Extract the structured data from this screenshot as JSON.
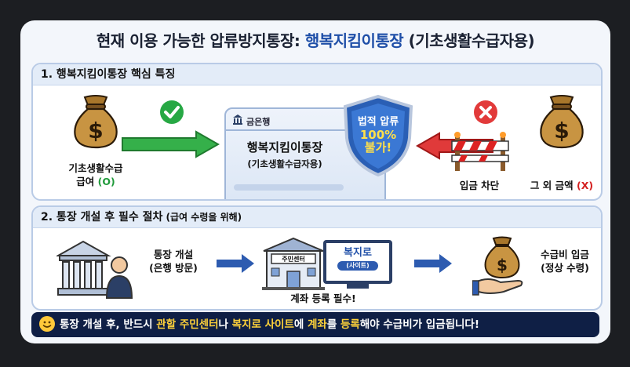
{
  "title": {
    "main": "현재 이용 가능한 압류방지통장: ",
    "highlight": "행복지킴이통장",
    "suffix": " (기초생활수급자용)"
  },
  "section1": {
    "heading": "1. 행복지킴이통장 핵심 특징",
    "benefit_label_line1": "기초생활수급",
    "benefit_label_line2": "급여 ",
    "benefit_mark": "(O)",
    "bank_label": "금은행",
    "account_name": "행복지킴이통장",
    "account_sub": "(기초생활수급자용)",
    "shield_line1": "법적 압류",
    "shield_line2": "100%",
    "shield_line3": "불가!",
    "block_label": "입금 차단",
    "other_label": "그 외 금액 ",
    "other_mark": "(X)"
  },
  "section2": {
    "heading": "2. 통장 개설 후 필수 절차",
    "heading_sub": " (급여 수령을 위해)",
    "step1_line1": "통장 개설",
    "step1_line2": "(은행 방문)",
    "center_sign": "주민센터",
    "site_title": "복지로",
    "site_sub": "(사이트)",
    "register_label": "계좌 등록 필수!",
    "step3_line1": "수급비 입금",
    "step3_line2": "(정상 수령)"
  },
  "footer": {
    "p1": "통장 개설 후, 반드시 ",
    "h1": "관할 주민센터",
    "p2": "나 ",
    "h2": "복지로 사이트",
    "p3": "에 ",
    "h3": "계좌",
    "p4": "를 ",
    "h4": "등록",
    "p5": "해야 수급비가 입금됩니다!"
  },
  "colors": {
    "accent": "#1f4fa8",
    "ok": "#1f9a3a",
    "no": "#d42020",
    "footer_bg": "#0f1f45",
    "footer_highlight": "#ffd23a"
  }
}
